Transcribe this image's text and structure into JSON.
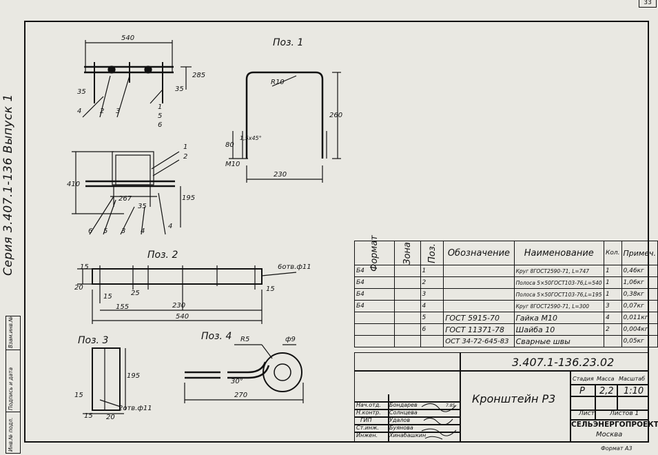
{
  "page_number": "33",
  "series": "Серия 3.407.1-136 Выпуск 1",
  "side_stamp": [
    "Инв.№ подл.",
    "Подпись и дата",
    "Взам.инв.№"
  ],
  "views": {
    "pos1": "Поз. 1",
    "pos2": "Поз. 2",
    "pos3": "Поз. 3",
    "pos4": "Поз. 4"
  },
  "dims": {
    "d540a": "540",
    "d285": "285",
    "d35a": "35",
    "d35b": "35",
    "d410": "410",
    "d267": "267",
    "d35c": "35",
    "d195a": "195",
    "r10": "R10",
    "d260": "260",
    "d80": "80",
    "d15x45": "1,5х45°",
    "m10": "М10",
    "d230a": "230",
    "d20": "20",
    "d15a": "15",
    "d15b": "15",
    "d25": "25",
    "d155": "155",
    "d230b": "230",
    "d540b": "540",
    "d15c": "15",
    "holes6": "6отв.ф11",
    "d195b": "195",
    "d15d": "15",
    "d15e": "15",
    "d20b": "20",
    "holes2": "2отв.ф11",
    "r5": "R5",
    "phi9": "ф9",
    "ang30": "30°",
    "d270": "270"
  },
  "callouts": {
    "top": [
      "4",
      "2",
      "3",
      "1",
      "5",
      "6"
    ],
    "mid": [
      "1",
      "2",
      "6",
      "5",
      "3",
      "4",
      "4"
    ]
  },
  "spec": {
    "headers": {
      "format": "Формат",
      "zone": "Зона",
      "pos": "Поз.",
      "designation": "Обозначение",
      "name": "Наименование",
      "qty": "Кол.",
      "note": "Примеч."
    },
    "rows": [
      {
        "format": "Б4",
        "pos": "1",
        "designation": "",
        "name": "Круг 8ГОСТ2590-71, L=747",
        "qty": "1",
        "note": "0,46кг"
      },
      {
        "format": "Б4",
        "pos": "2",
        "designation": "",
        "name": "Полоса 5×50ГОСТ103-76,L=540",
        "qty": "1",
        "note": "1,06кг"
      },
      {
        "format": "Б4",
        "pos": "3",
        "designation": "",
        "name": "Полоса 5×50ГОСТ103-76,L=195",
        "qty": "1",
        "note": "0,38кг"
      },
      {
        "format": "Б4",
        "pos": "4",
        "designation": "",
        "name": "Круг 8ГОСТ2590-71, L=300",
        "qty": "3",
        "note": "0,07кг"
      },
      {
        "format": "",
        "pos": "5",
        "designation": "ГОСТ 5915-70",
        "name": "Гайка М10",
        "qty": "4",
        "note": "0,011кг"
      },
      {
        "format": "",
        "pos": "6",
        "designation": "ГОСТ 11371-78",
        "name": "Шайба 10",
        "qty": "2",
        "note": "0,004кг"
      },
      {
        "format": "",
        "pos": "",
        "designation": "ОСТ 34-72-645-83",
        "name": "Сварные швы",
        "qty": "",
        "note": "0,05кг"
      }
    ]
  },
  "title_block": {
    "doc_code": "3.407.1-136.23.02",
    "title": "Кронштейн Р3",
    "stage_label": "Стадия",
    "mass_label": "Масса",
    "scale_label": "Масштаб",
    "stage": "Р",
    "mass": "2,2",
    "scale": "1:10",
    "sheet_label": "Лист",
    "sheets_label": "Листов 1",
    "org": "СЕЛЬЭНЕРГОПРОЕКТ",
    "city": "Москва",
    "signature_date": "7.85",
    "people": [
      {
        "role": "Нач.отд.",
        "name": "Бондарев"
      },
      {
        "role": "Н.контр.",
        "name": "Солнцева"
      },
      {
        "role": "ГИП",
        "name": "Удалов"
      },
      {
        "role": "Ст.инж.",
        "name": "Буянова"
      },
      {
        "role": "Инжен.",
        "name": "Хинабашкин"
      }
    ]
  },
  "footer": {
    "format": "Формат А3"
  }
}
